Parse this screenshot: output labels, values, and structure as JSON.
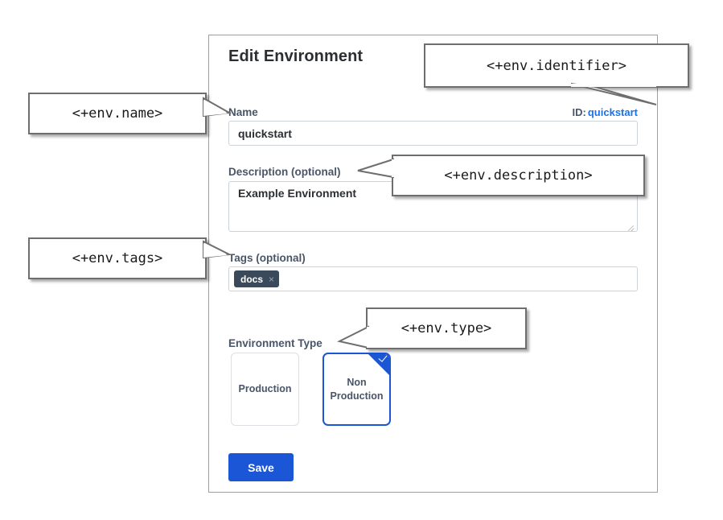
{
  "dialog": {
    "title": "Edit Environment",
    "identifier_row": {
      "label": "ID:",
      "value": "quickstart"
    },
    "fields": {
      "name": {
        "label": "Name",
        "value": "quickstart",
        "placeholder": ""
      },
      "description": {
        "label": "Description (optional)",
        "value": "Example Environment",
        "placeholder": ""
      },
      "tags": {
        "label": "Tags (optional)",
        "chips": [
          {
            "label": "docs",
            "remove_icon": "close-icon",
            "remove_glyph": "×"
          }
        ]
      },
      "environment_type": {
        "label": "Environment Type",
        "options": [
          {
            "label": "Production",
            "selected": false
          },
          {
            "label": "Non\nProduction",
            "line1": "Non",
            "line2": "Production",
            "selected": true
          }
        ]
      }
    },
    "save_label": "Save"
  },
  "annotations": [
    {
      "id": "name",
      "text": "<+env.name>"
    },
    {
      "id": "identifier",
      "text": "<+env.identifier>"
    },
    {
      "id": "description",
      "text": "<+env.description>"
    },
    {
      "id": "tags",
      "text": "<+env.tags>"
    },
    {
      "id": "type",
      "text": "<+env.type>"
    }
  ],
  "colors": {
    "accent_blue": "#1a56d6",
    "link_blue": "#1a73e8",
    "label_slate": "#4a5568",
    "chip_slate": "#3b4a5a",
    "panel_border": "#9aa0a6",
    "input_border": "#ccd2d9"
  }
}
